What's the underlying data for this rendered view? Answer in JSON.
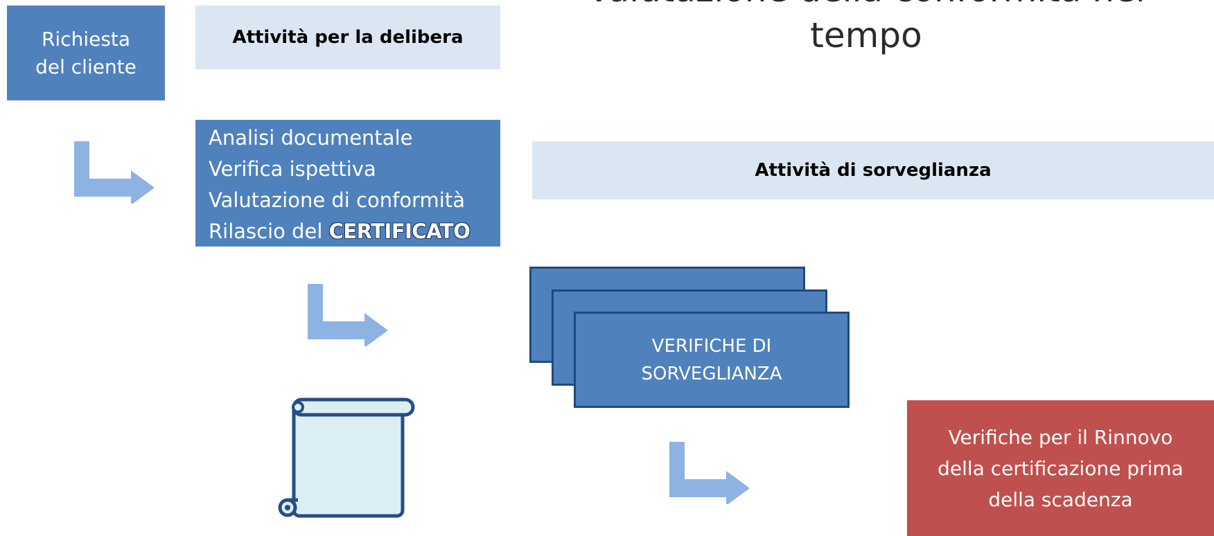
{
  "title": {
    "line1": "Valutazione della conformità nel",
    "line2": "tempo"
  },
  "richiesta": {
    "line1": "Richiesta",
    "line2": "del cliente"
  },
  "delibera_label": "Attività per la delibera",
  "activities": [
    "Analisi documentale",
    "Verifica ispettiva",
    "Valutazione di conformità"
  ],
  "certificate_line": {
    "prefix": "Rilascio del ",
    "highlight": "CERTIFICATO"
  },
  "sorveglianza_label": "Attività di sorveglianza",
  "verifiche": {
    "line1": "VERIFICHE DI",
    "line2": "SORVEGLIANZA"
  },
  "rinnovo": {
    "line1": "Verifiche per il Rinnovo",
    "line2": "della certificazione prima",
    "line3": "della scadenza"
  },
  "icons": [
    "bent-arrow-icon",
    "bent-arrow-icon",
    "bent-arrow-icon",
    "certificate-scroll-icon"
  ],
  "colors": {
    "primary_blue": "#4f81bd",
    "dark_blue": "#1f497d",
    "light_band": "#dce6f2",
    "arrow_blue": "#8db3e2",
    "renewal_red": "#c0504d",
    "scroll_fill": "#dbeef4"
  }
}
